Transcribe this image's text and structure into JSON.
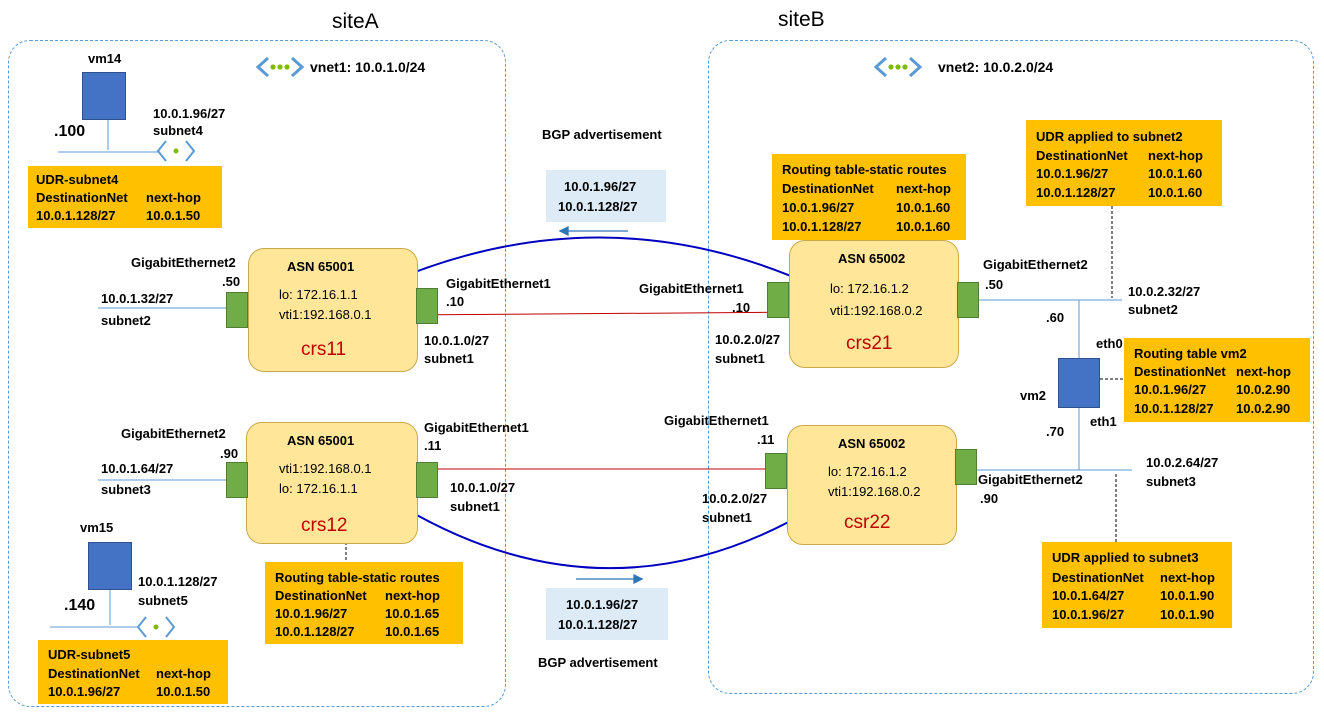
{
  "sites": {
    "a": {
      "title": "siteA",
      "vnet": "vnet1: 10.0.1.0/24"
    },
    "b": {
      "title": "siteB",
      "vnet": "vnet2: 10.0.2.0/24"
    }
  },
  "colors": {
    "router_fill": "#ffe699",
    "udr_fill": "#ffc000",
    "bgp_fill": "#ddebf7",
    "port": "#70ad47",
    "vm": "#4472c4",
    "bgp_link": "#0000c0",
    "vti_link": "#c00000"
  },
  "routers": {
    "crs11": {
      "name": "crs11",
      "asn": "ASN 65001",
      "line1": "lo: 172.16.1.1",
      "line2": "vti1:192.168.0.1",
      "ge2": "GigabitEthernet2",
      "ge2_ip": ".50",
      "ge2_net": "10.0.1.32/27",
      "ge2_subnet": "subnet2",
      "ge1": "GigabitEthernet1",
      "ge1_ip": ".10",
      "ge1_net": "10.0.1.0/27",
      "ge1_subnet": "subnet1"
    },
    "crs12": {
      "name": "crs12",
      "asn": "ASN 65001",
      "line1": "vti1:192.168.0.1",
      "line2": "lo: 172.16.1.1",
      "ge2": "GigabitEthernet2",
      "ge2_ip": ".90",
      "ge2_net": "10.0.1.64/27",
      "ge2_subnet": "subnet3",
      "ge1": "GigabitEthernet1",
      "ge1_ip": ".11",
      "ge1_net": "10.0.1.0/27",
      "ge1_subnet": "subnet1"
    },
    "crs21": {
      "name": "crs21",
      "asn": "ASN 65002",
      "line1": "lo: 172.16.1.2",
      "line2": "vti1:192.168.0.2",
      "ge1": "GigabitEthernet1",
      "ge1_ip": ".10",
      "ge1_net": "10.0.2.0/27",
      "ge1_subnet": "subnet1",
      "ge2": "GigabitEthernet2",
      "ge2_ip": ".50",
      "ge2_net": "10.0.2.32/27",
      "ge2_subnet": "subnet2"
    },
    "csr22": {
      "name": "csr22",
      "asn": "ASN 65002",
      "line1": "lo: 172.16.1.2",
      "line2": "vti1:192.168.0.2",
      "ge1": "GigabitEthernet1",
      "ge1_ip": ".11",
      "ge1_net": "10.0.2.0/27",
      "ge1_subnet": "subnet1",
      "ge2": "GigabitEthernet2",
      "ge2_ip": ".90",
      "ge2_net": "10.0.2.64/27",
      "ge2_subnet": "subnet3"
    }
  },
  "vms": {
    "vm14": {
      "name": "vm14",
      "ip": ".100",
      "net": "10.0.1.96/27",
      "subnet": "subnet4"
    },
    "vm15": {
      "name": "vm15",
      "ip": ".140",
      "net": "10.0.1.128/27",
      "subnet": "subnet5"
    },
    "vm2": {
      "name": "vm2",
      "eth0": "eth0",
      "eth1": "eth1",
      "ip0": ".60",
      "ip1": ".70"
    }
  },
  "tables": {
    "udr_subnet4": {
      "title": "UDR-subnet4",
      "header": [
        "DestinationNet",
        "next-hop"
      ],
      "rows": [
        [
          "10.0.1.128/27",
          "10.0.1.50"
        ]
      ]
    },
    "udr_subnet5": {
      "title": "UDR-subnet5",
      "header": [
        "DestinationNet",
        "next-hop"
      ],
      "rows": [
        [
          "10.0.1.96/27",
          "10.0.1.50"
        ]
      ]
    },
    "crs12_static": {
      "title": "Routing table-static routes",
      "header": [
        "DestinationNet",
        "next-hop"
      ],
      "rows": [
        [
          "10.0.1.96/27",
          "10.0.1.65"
        ],
        [
          "10.0.1.128/27",
          "10.0.1.65"
        ]
      ]
    },
    "crs21_static": {
      "title": "Routing table-static routes",
      "header": [
        "DestinationNet",
        "next-hop"
      ],
      "rows": [
        [
          "10.0.1.96/27",
          "10.0.1.60"
        ],
        [
          "10.0.1.128/27",
          "10.0.1.60"
        ]
      ]
    },
    "udr_subnet2": {
      "title": "UDR applied to subnet2",
      "header": [
        "DestinationNet",
        "next-hop"
      ],
      "rows": [
        [
          "10.0.1.96/27",
          "10.0.1.60"
        ],
        [
          "10.0.1.128/27",
          "10.0.1.60"
        ]
      ]
    },
    "vm2_routes": {
      "title": "Routing table vm2",
      "header": [
        "DestinationNet",
        "next-hop"
      ],
      "rows": [
        [
          "10.0.1.96/27",
          "10.0.2.90"
        ],
        [
          "10.0.1.128/27",
          "10.0.2.90"
        ]
      ]
    },
    "udr_subnet3": {
      "title": "UDR applied to subnet3",
      "header": [
        "DestinationNet",
        "next-hop"
      ],
      "rows": [
        [
          "10.0.1.64/27",
          "10.0.1.90"
        ],
        [
          "10.0.1.96/27",
          "10.0.1.90"
        ]
      ]
    }
  },
  "bgp": {
    "top": {
      "label": "BGP advertisement",
      "prefixes": [
        "10.0.1.96/27",
        "10.0.1.128/27"
      ]
    },
    "bottom": {
      "label": "BGP advertisement",
      "prefixes": [
        "10.0.1.96/27",
        "10.0.1.128/27"
      ]
    }
  }
}
